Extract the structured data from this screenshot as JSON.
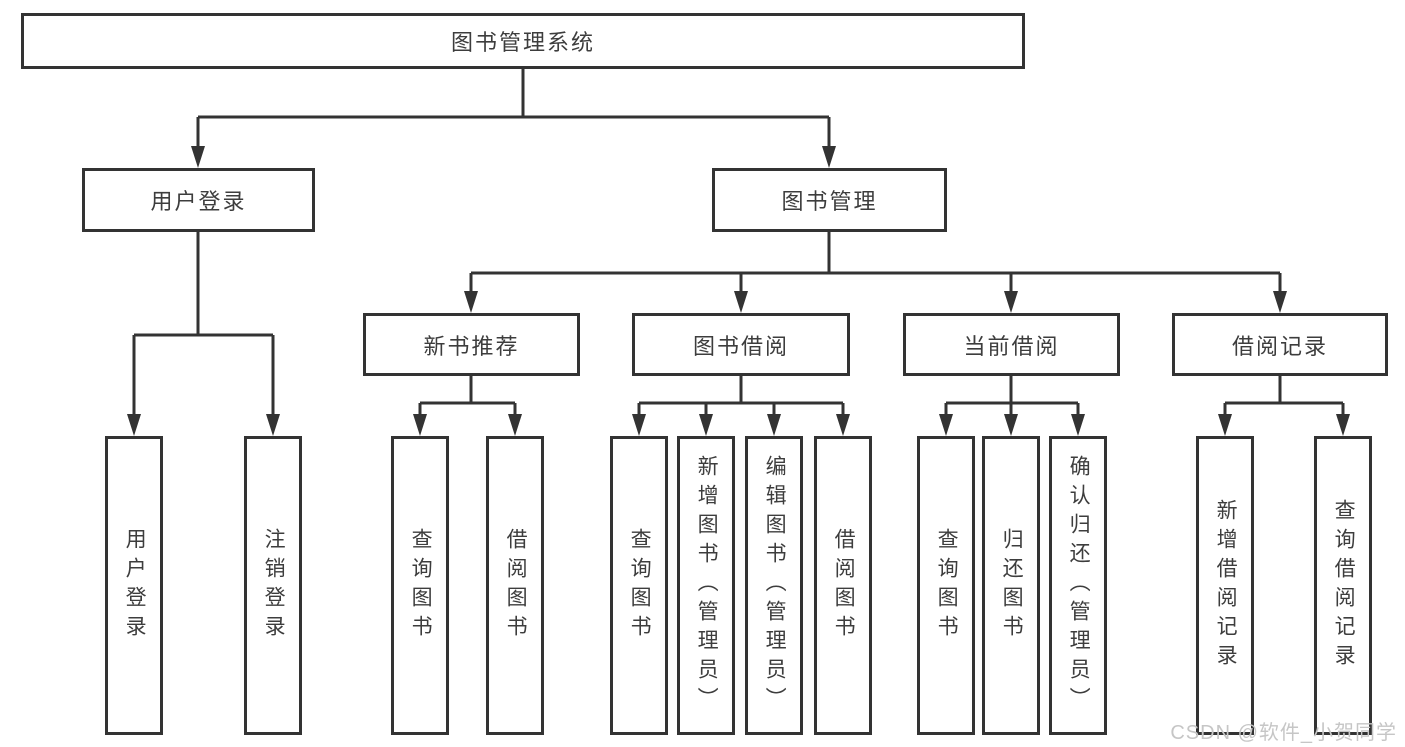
{
  "diagram": {
    "root": {
      "label": "图书管理系统"
    },
    "branches": [
      {
        "label": "用户登录",
        "children": [
          {
            "label": "用户登录"
          },
          {
            "label": "注销登录"
          }
        ]
      },
      {
        "label": "图书管理",
        "children": [
          {
            "label": "新书推荐",
            "children": [
              {
                "label": "查询图书"
              },
              {
                "label": "借阅图书"
              }
            ]
          },
          {
            "label": "图书借阅",
            "children": [
              {
                "label": "查询图书"
              },
              {
                "label": "新增图书（管理员）"
              },
              {
                "label": "编辑图书（管理员）"
              },
              {
                "label": "借阅图书"
              }
            ]
          },
          {
            "label": "当前借阅",
            "children": [
              {
                "label": "查询图书"
              },
              {
                "label": "归还图书"
              },
              {
                "label": "确认归还（管理员）"
              }
            ]
          },
          {
            "label": "借阅记录",
            "children": [
              {
                "label": "新增借阅记录"
              },
              {
                "label": "查询借阅记录"
              }
            ]
          }
        ]
      }
    ],
    "watermark": "CSDN @软件_小贺同学",
    "colors": {
      "line": "#333333",
      "text": "#3d3d3d",
      "watermark": "#c6c6c6",
      "background": "#ffffff"
    }
  }
}
